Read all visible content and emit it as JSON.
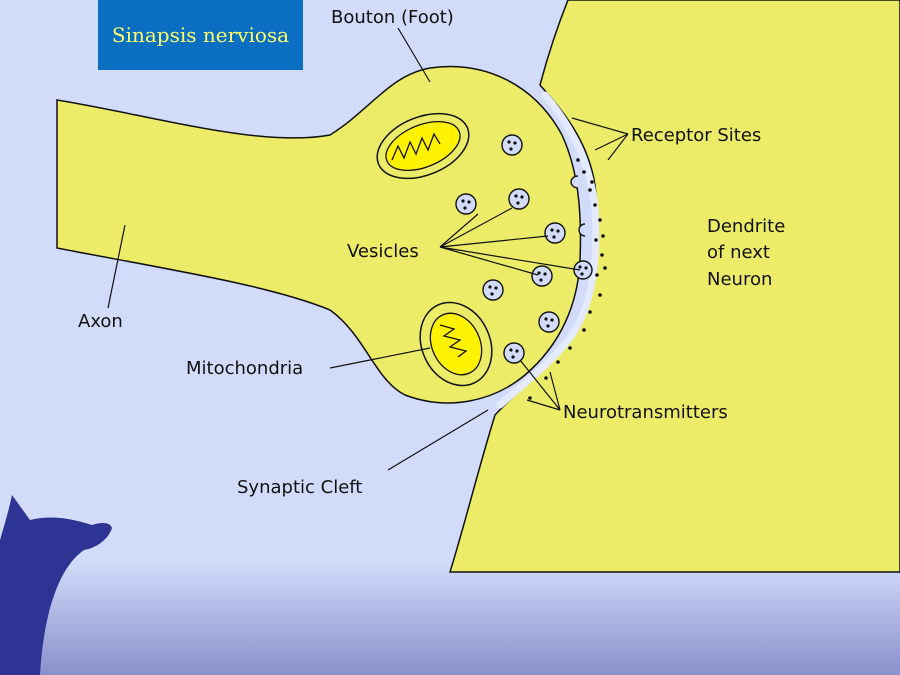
{
  "slide": {
    "title": "Sinapsis nerviosa",
    "colors": {
      "background": "#d2dcfa",
      "neuron_fill": "#ecec68",
      "title_box": "#0a6fc2",
      "title_text": "#ffff6a",
      "dog_silhouette": "#2e3494"
    }
  },
  "diagram": {
    "labels": {
      "bouton": "Bouton (Foot)",
      "receptor_sites": "Receptor Sites",
      "dendrite_line1": "Dendrite",
      "dendrite_line2": "of next",
      "dendrite_line3": "Neuron",
      "vesicles": "Vesicles",
      "axon": "Axon",
      "mitochondria": "Mitochondria",
      "neurotransmitters": "Neurotransmitters",
      "synaptic_cleft": "Synaptic Cleft"
    }
  }
}
